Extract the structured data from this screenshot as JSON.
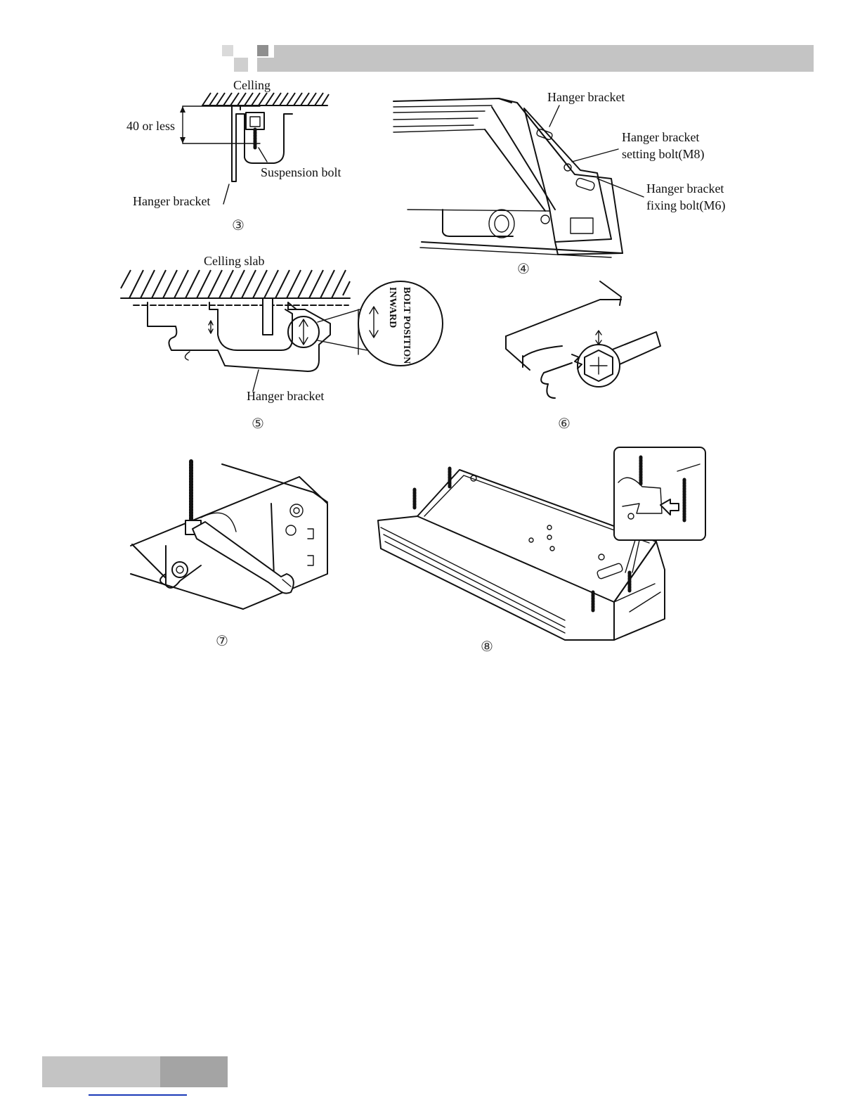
{
  "header": {
    "bar_color": "#c4c4c4",
    "square_light": "#dadada",
    "square_dark": "#8f8f8f"
  },
  "fig3": {
    "ceiling_label": "Celling",
    "dimension_label": "40 or less",
    "bolt_label": "Suspension bolt",
    "bracket_label": "Hanger bracket",
    "number": "③"
  },
  "fig4": {
    "bracket_label": "Hanger bracket",
    "setting_bolt_line1": "Hanger bracket",
    "setting_bolt_line2": "setting bolt(M8)",
    "fixing_bolt_line1": "Hanger bracket",
    "fixing_bolt_line2": "fixing bolt(M6)",
    "number": "④"
  },
  "fig5": {
    "slab_label": "Celling slab",
    "bracket_label": "Hanger bracket",
    "callout_line1": "BOLT POSITION",
    "callout_line2": "INWARD",
    "number": "⑤"
  },
  "fig6": {
    "number": "⑥"
  },
  "fig7": {
    "number": "⑦"
  },
  "fig8": {
    "number": "⑧"
  },
  "footer": {
    "tab_light": "#c4c4c4",
    "tab_dark": "#a4a4a4",
    "link_color": "#1a3ab8"
  }
}
